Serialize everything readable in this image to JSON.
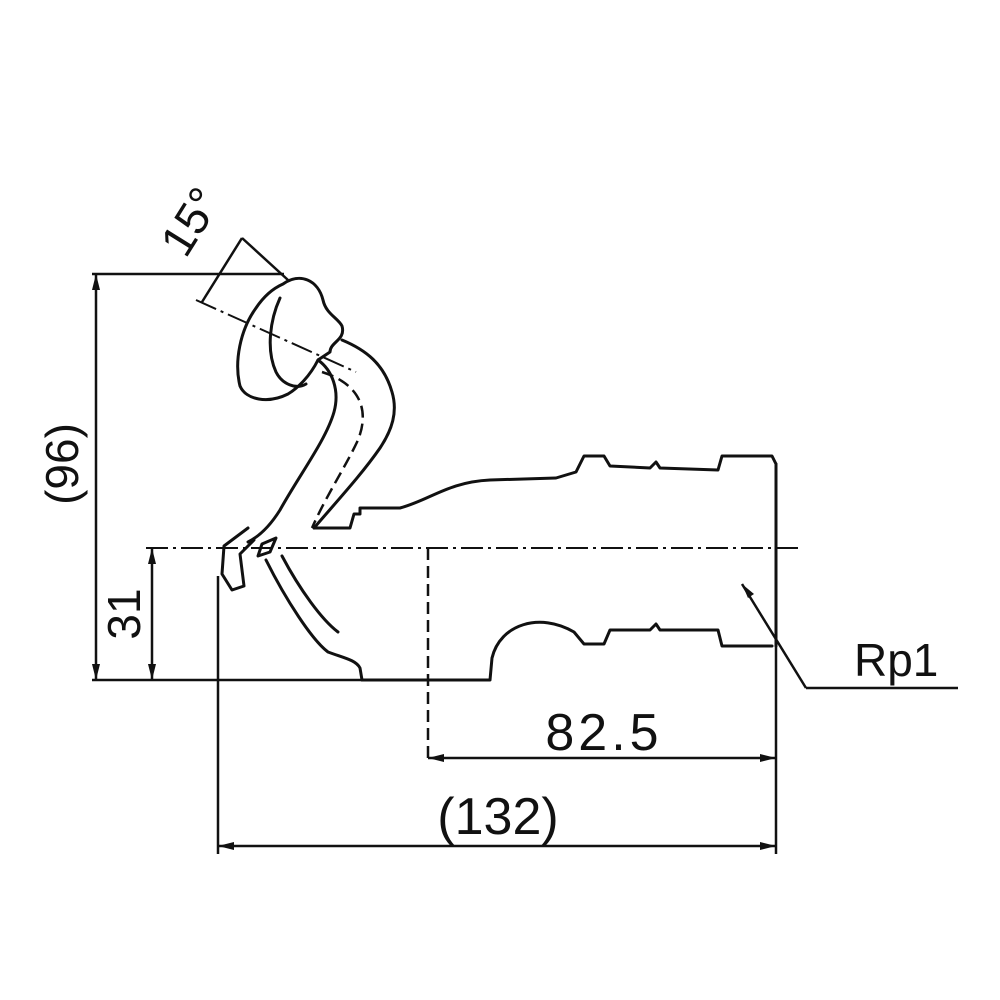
{
  "dimensions": {
    "height_overall": "(96)",
    "height_center": "31",
    "angle": "15°",
    "length_thread": "82.5",
    "length_overall": "(132)",
    "thread_callout": "Rp1"
  },
  "colors": {
    "line": "#111111",
    "background": "#ffffff"
  }
}
